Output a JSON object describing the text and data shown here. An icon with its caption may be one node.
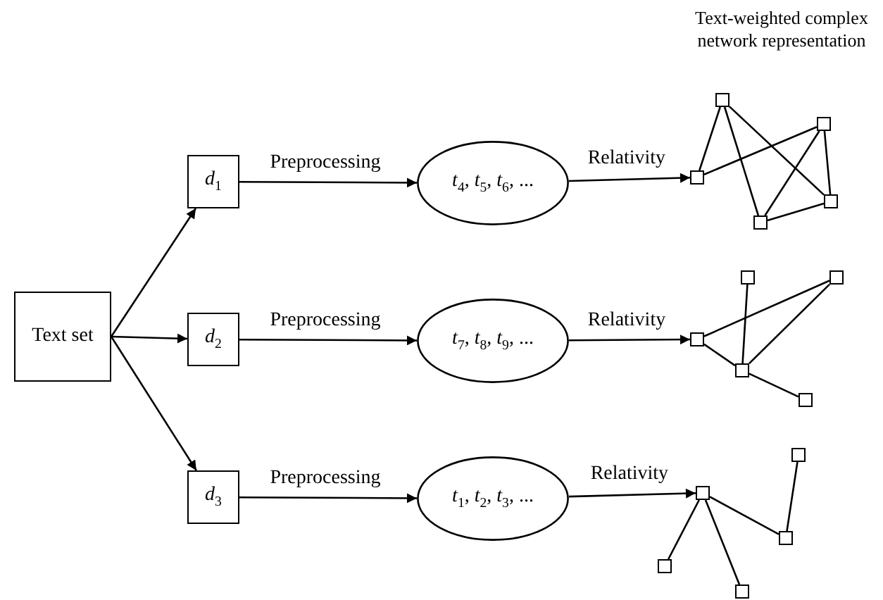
{
  "diagram": {
    "nodes": [
      {
        "text": [
          "Text set"
        ]
      },
      {
        "text": [
          "*d*$_{1}$"
        ]
      },
      {
        "text": [
          "*d*$_{2}$"
        ]
      },
      {
        "text": [
          "*d*$_{3}$"
        ]
      },
      {
        "text": [
          "*t*$_{4}$, *t*$_{5}$, *t*$_{6}$, ..."
        ]
      },
      {
        "text": [
          "*t*$_{7}$, *t*$_{8}$, *t*$_{9}$, ..."
        ]
      },
      {
        "text": [
          "*t*$_{1}$, *t*$_{2}$, *t*$_{3}$, ..."
        ]
      },
      {
        "text": [],
        "shape": "box"
      },
      {
        "text": [],
        "shape": "box"
      },
      {
        "text": [],
        "shape": "box"
      },
      {
        "text": [],
        "shape": "box"
      },
      {
        "text": [],
        "shape": "box"
      },
      {
        "text": [],
        "shape": "box"
      },
      {
        "text": [],
        "shape": "box"
      },
      {
        "text": [],
        "shape": "box"
      },
      {
        "text": [],
        "shape": "box"
      },
      {
        "text": [],
        "shape": "box"
      },
      {
        "text": [],
        "shape": "box"
      },
      {
        "text": [],
        "shape": "box"
      },
      {
        "text": [],
        "shape": "box"
      },
      {
        "text": [],
        "shape": "box"
      },
      {
        "text": [],
        "shape": "box"
      }
    ],
    "edges": [
      {
        "from": 0,
        "to": 1,
        "arrow": "to"
      },
      {
        "from": 0,
        "to": 2,
        "arrow": "to"
      },
      {
        "from": 0,
        "to": 3,
        "arrow": "to"
      },
      {
        "from": 1,
        "to": 4,
        "arrow": "to",
        "label": "Preprocessing"
      },
      {
        "from": 2,
        "to": 5,
        "arrow": "to",
        "label": "Preprocessing"
      },
      {
        "from": 3,
        "to": 6,
        "arrow": "to",
        "label": "Preprocessing"
      },
      {
        "from": 4,
        "to": 8,
        "arrow": "to",
        "label": "Relativity"
      },
      {
        "from": 5,
        "to": 14,
        "arrow": "to",
        "label": "Relativity"
      },
      {
        "from": 6,
        "to": 17,
        "arrow": "to",
        "label": "Relativity"
      },
      {
        "from": 7,
        "to": 8,
        "arrow": "none"
      },
      {
        "from": 7,
        "to": 9,
        "arrow": "none"
      },
      {
        "from": 7,
        "to": 10,
        "arrow": "none"
      },
      {
        "from": 8,
        "to": 11,
        "arrow": "none"
      },
      {
        "from": 11,
        "to": 9,
        "arrow": "none"
      },
      {
        "from": 11,
        "to": 10,
        "arrow": "none"
      },
      {
        "from": 9,
        "to": 10,
        "arrow": "none"
      },
      {
        "from": 14,
        "to": 13,
        "arrow": "none"
      },
      {
        "from": 14,
        "to": 15,
        "arrow": "none"
      },
      {
        "from": 12,
        "to": 15,
        "arrow": "none"
      },
      {
        "from": 13,
        "to": 15,
        "arrow": "none"
      },
      {
        "from": 15,
        "to": 16,
        "arrow": "none"
      },
      {
        "from": 17,
        "to": 19,
        "arrow": "none"
      },
      {
        "from": 19,
        "to": 18,
        "arrow": "none"
      },
      {
        "from": 17,
        "to": 20,
        "arrow": "none"
      },
      {
        "from": 17,
        "to": 21,
        "arrow": "none"
      }
    ],
    "labels": [
      "Text-weighted complex network representation"
    ]
  }
}
